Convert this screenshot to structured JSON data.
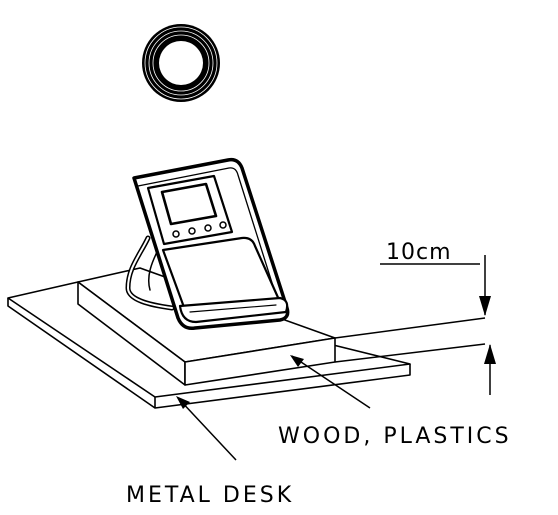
{
  "diagram": {
    "dimension_label": "10cm",
    "material_label": "WOOD, PLASTICS",
    "base_label": "METAL DESK"
  }
}
